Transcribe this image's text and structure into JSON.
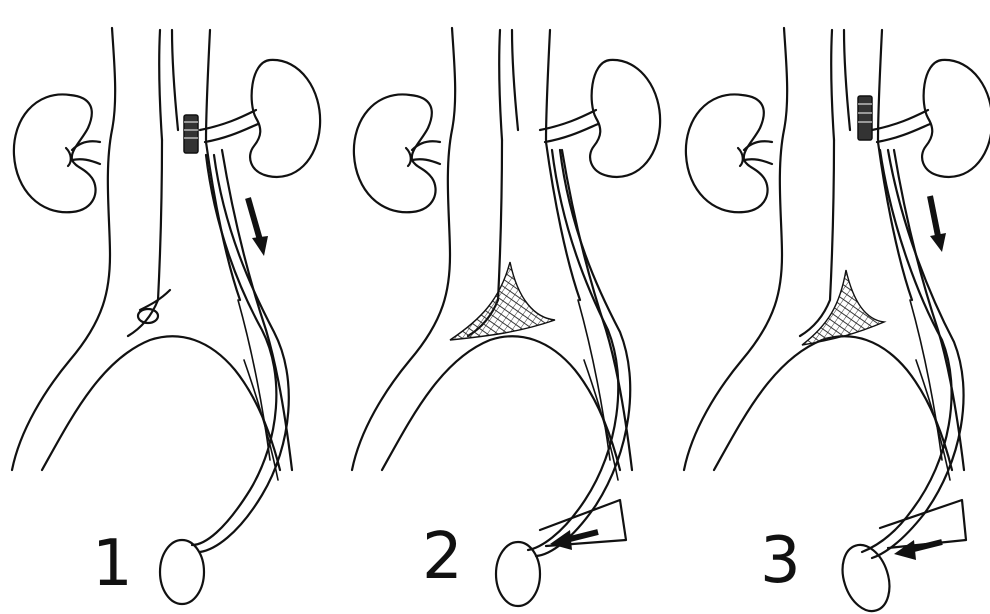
{
  "panels": [
    {
      "label": "1",
      "clip": true,
      "flow_arrows": [
        "down"
      ],
      "ligated_vein": true,
      "venous_thrombus": false
    },
    {
      "label": "2",
      "clip": false,
      "flow_arrows": [
        "left"
      ],
      "ligated_vein": false,
      "venous_thrombus": true
    },
    {
      "label": "3",
      "clip": true,
      "flow_arrows": [
        "down",
        "left"
      ],
      "ligated_vein": false,
      "venous_thrombus": true
    }
  ],
  "colors": {
    "ink": "#111111",
    "background": "#ffffff"
  }
}
